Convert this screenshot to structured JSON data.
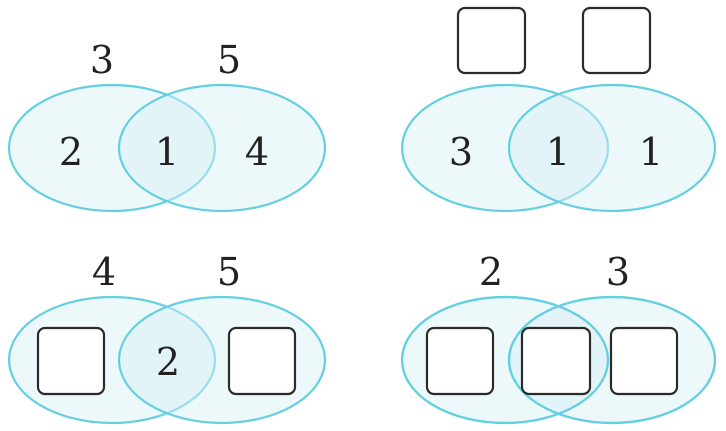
{
  "colors": {
    "ellipse_stroke": "#63cfe0",
    "ellipse_fill": "#d6f0f6",
    "box_stroke": "#2b2b2b",
    "text": "#222222"
  },
  "panels": [
    {
      "id": "top-left",
      "totals": {
        "left": "3",
        "right": "5"
      },
      "regions": {
        "left_only": "2",
        "overlap": "1",
        "right_only": "4"
      },
      "blank_boxes": []
    },
    {
      "id": "top-right",
      "totals": {
        "left": "",
        "right": ""
      },
      "regions": {
        "left_only": "3",
        "overlap": "1",
        "right_only": "1"
      },
      "blank_boxes": [
        "total-left",
        "total-right"
      ]
    },
    {
      "id": "bottom-left",
      "totals": {
        "left": "4",
        "right": "5"
      },
      "regions": {
        "left_only": "",
        "overlap": "2",
        "right_only": ""
      },
      "blank_boxes": [
        "left-only",
        "right-only"
      ]
    },
    {
      "id": "bottom-right",
      "totals": {
        "left": "2",
        "right": "3"
      },
      "regions": {
        "left_only": "",
        "overlap": "",
        "right_only": ""
      },
      "blank_boxes": [
        "left-only",
        "overlap",
        "right-only"
      ]
    }
  ]
}
